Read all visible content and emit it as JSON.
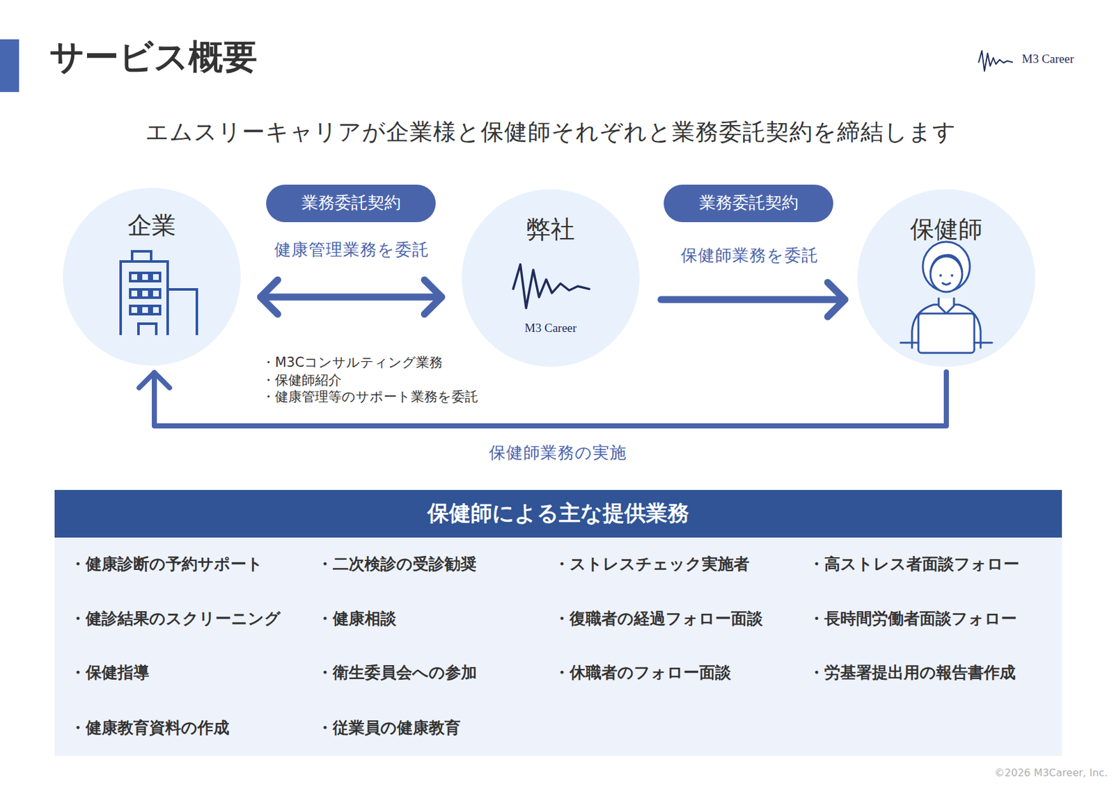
{
  "diagram": {
    "title": "サービス概要",
    "nodes": [
      {
        "text": [
          "企業"
        ]
      },
      {
        "text": [
          "業務委託契約"
        ]
      },
      {
        "text": [
          "弊社",
          "M3 Career"
        ]
      },
      {
        "text": [
          "業務委託契約"
        ]
      },
      {
        "text": [
          "保健師"
        ]
      },
      {
        "text": [
          "保健師による主な提供業務"
        ]
      }
    ],
    "edges": [
      {
        "from": 0,
        "to": 2,
        "arrow": "both",
        "label": "健康管理業務を委託"
      },
      {
        "from": 2,
        "to": 4,
        "arrow": "to",
        "label": "保健師業務を委託"
      },
      {
        "from": 4,
        "to": 0,
        "arrow": "to",
        "label": "保健師業務の実施"
      }
    ],
    "labels": [
      "M3 Career",
      "エムスリーキャリアが企業様と保健師それぞれと業務委託契約を締結します",
      "・M3Cコンサルティング業務",
      "・保健師紹介",
      "・健康管理等のサポート業務を委託",
      "・健康診断の予約サポート",
      "・二次検診の受診勧奨",
      "・ストレスチェック実施者",
      "・高ストレス者面談フォロー",
      "・健診結果のスクリーニング",
      "・健康相談",
      "・復職者の経過フォロー面談",
      "・長時間労働者面談フォロー",
      "・保健指導",
      "・衛生委員会への参加",
      "・休職者のフォロー面談",
      "・労基署提出用の報告書作成",
      "・健康教育資料の作成",
      "・従業員の健康教育",
      "©2026 M3Career, Inc."
    ]
  }
}
